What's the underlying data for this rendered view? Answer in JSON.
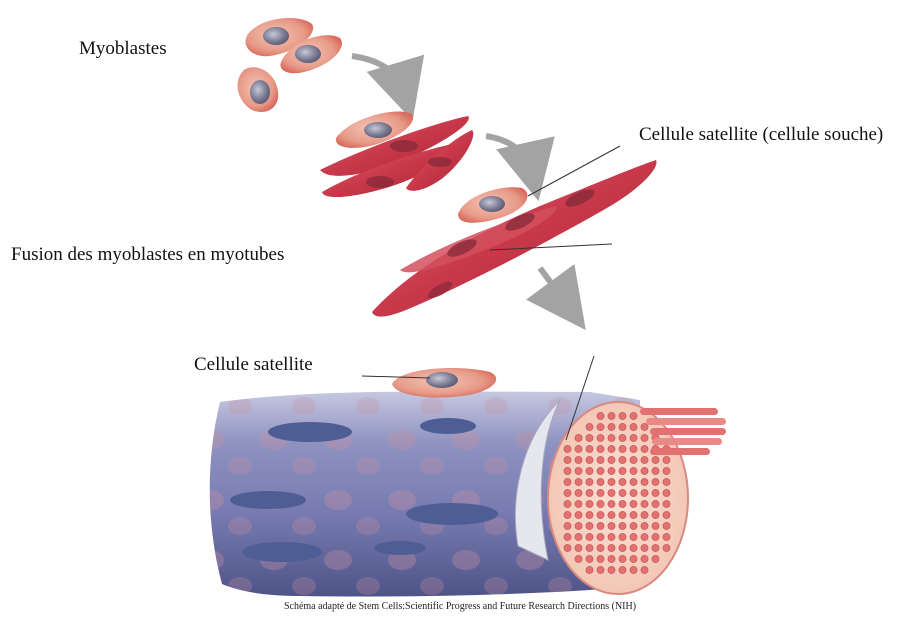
{
  "labels": {
    "myoblastes": "Myoblastes",
    "satellite_souche": "Cellule satellite (cellule souche)",
    "fusion": "Fusion des myoblastes en myotubes",
    "satellite": "Cellule satellite"
  },
  "caption": "Schéma adapté de Stem Cells:Scientific Progress and Future Research Directions (NIH)",
  "colors": {
    "cell_body": "#e38a7a",
    "cell_nucleus": "#6f6f86",
    "myotube": "#c8384a",
    "fiber": "#7c82b5",
    "fiber_nuclei": "#4f5d95",
    "arrow": "#a3a3a3",
    "myofibril": "#e27272"
  }
}
